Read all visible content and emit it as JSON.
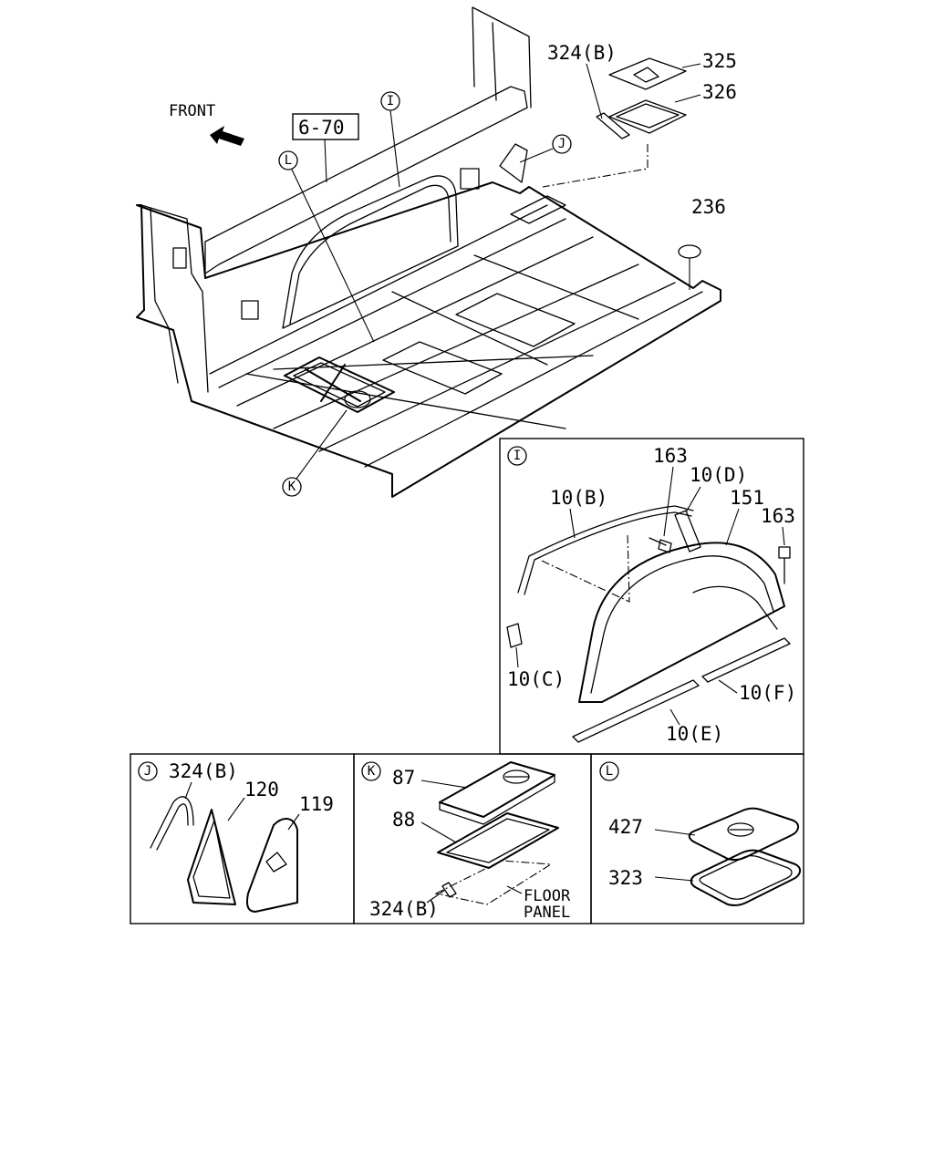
{
  "main_view": {
    "front_label": "FRONT",
    "ref_box": "6-70",
    "callouts": {
      "I": "I",
      "J": "J",
      "K": "K",
      "L": "L"
    },
    "labels": {
      "p324b": "324(B)",
      "p325": "325",
      "p326": "326",
      "p236": "236"
    }
  },
  "detail_I": {
    "tag": "I",
    "labels": {
      "p163a": "163",
      "p10d": "10(D)",
      "p10b": "10(B)",
      "p151": "151",
      "p163b": "163",
      "p10c": "10(C)",
      "p10f": "10(F)",
      "p10e": "10(E)"
    }
  },
  "detail_J": {
    "tag": "J",
    "labels": {
      "p324b": "324(B)",
      "p120": "120",
      "p119": "119"
    }
  },
  "detail_K": {
    "tag": "K",
    "labels": {
      "p87": "87",
      "p88": "88",
      "p324b": "324(B)",
      "floor": "FLOOR",
      "panel": "PANEL"
    }
  },
  "detail_L": {
    "tag": "L",
    "labels": {
      "p427": "427",
      "p323": "323"
    }
  },
  "colors": {
    "ink": "#000000",
    "paper": "#ffffff"
  }
}
